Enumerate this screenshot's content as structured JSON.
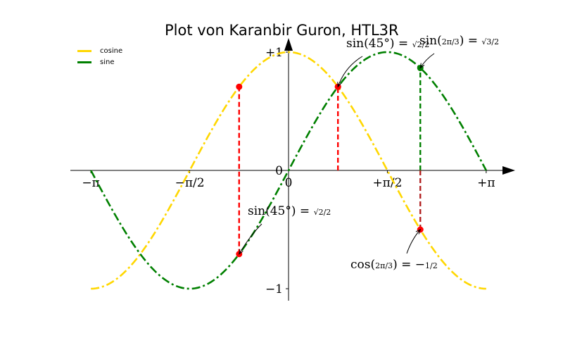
{
  "chart_data": {
    "type": "line",
    "title": "Plot von Karanbir Guron, HTL3R",
    "xlabel": "",
    "ylabel": "",
    "xlim": [
      -3.2,
      3.6
    ],
    "ylim": [
      -1.15,
      1.15
    ],
    "grid": false,
    "legend_position": "top-left",
    "x_ticks": [
      {
        "value": -3.14159,
        "label": "−π"
      },
      {
        "value": -1.5708,
        "label": "−π/2"
      },
      {
        "value": 0,
        "label": "0"
      },
      {
        "value": 1.5708,
        "label": "+π/2"
      },
      {
        "value": 3.14159,
        "label": "+π"
      }
    ],
    "y_ticks": [
      {
        "value": 1,
        "label": "+1"
      },
      {
        "value": 0,
        "label": "0"
      },
      {
        "value": -1,
        "label": "−1"
      }
    ],
    "series": [
      {
        "name": "cosine",
        "function": "cos",
        "x_range": [
          -3.14159,
          3.14159
        ],
        "color": "#FFD700",
        "style": "dashdot"
      },
      {
        "name": "sine",
        "function": "sin",
        "x_range": [
          -3.14159,
          3.14159
        ],
        "color": "#008000",
        "style": "dashdot"
      }
    ],
    "marked_points": [
      {
        "x": -0.7854,
        "series": "cosine",
        "y": 0.7071,
        "color": "#FF0000"
      },
      {
        "x": -0.7854,
        "series": "sine",
        "y": -0.7071,
        "color": "#FF0000"
      },
      {
        "x": 0.7854,
        "series": "cosine",
        "y": 0.7071,
        "color": "#FF0000"
      },
      {
        "x": 0.7854,
        "series": "sine",
        "y": 0.7071,
        "color": "#FF0000"
      },
      {
        "x": 2.0944,
        "series": "sine",
        "y": 0.866,
        "color": "#008000"
      },
      {
        "x": 2.0944,
        "series": "cosine",
        "y": -0.5,
        "color": "#FF0000"
      }
    ],
    "vertical_lines": [
      {
        "x": -0.7854,
        "y_from": -0.7071,
        "y_to": 0.7071,
        "color": "#FF0000"
      },
      {
        "x": 0.7854,
        "y_from": 0,
        "y_to": 0.7071,
        "color": "#FF0000"
      },
      {
        "x": 2.0944,
        "y_from": 0,
        "y_to": 0.866,
        "color": "#008000"
      },
      {
        "x": 2.0944,
        "y_from": -0.5,
        "y_to": 0,
        "color": "#B22222"
      }
    ],
    "annotations": [
      {
        "prefix": "sin(45°) = ",
        "frac_num": "√2",
        "frac_den": "2",
        "suffix": "",
        "target_x": 0.7854,
        "target_y": 0.7071
      },
      {
        "prefix": "sin(",
        "frac_num": "2π",
        "frac_den": "3",
        "suffix": ") = ",
        "frac2_num": "√3",
        "frac2_den": "2",
        "target_x": 2.0944,
        "target_y": 0.866
      },
      {
        "prefix": "sin(45°) = ",
        "frac_num": "√2",
        "frac_den": "2",
        "suffix": "",
        "target_x": -0.7854,
        "target_y": -0.7071
      },
      {
        "prefix": "cos(",
        "frac_num": "2π",
        "frac_den": "3",
        "suffix": ") = −",
        "frac2_num": "1",
        "frac2_den": "2",
        "target_x": 2.0944,
        "target_y": -0.5
      }
    ]
  }
}
